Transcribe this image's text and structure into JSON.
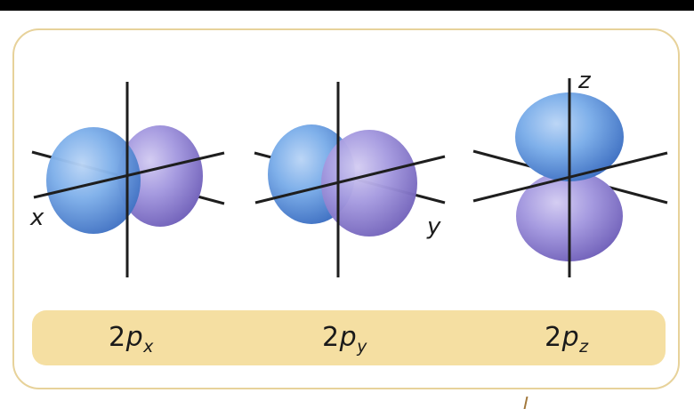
{
  "orbitals": [
    {
      "id": "2px",
      "prefix": "2",
      "letter": "p",
      "subscript": "x",
      "axis_label": "x"
    },
    {
      "id": "2py",
      "prefix": "2",
      "letter": "p",
      "subscript": "y",
      "axis_label": "y"
    },
    {
      "id": "2pz",
      "prefix": "2",
      "letter": "p",
      "subscript": "z",
      "axis_label": "z"
    }
  ],
  "colors": {
    "panel_border": "#e7d29a",
    "label_band": "#f5dfa2",
    "blue_lobe": "#6ea3e6",
    "purple_lobe": "#9b8fd6",
    "axis": "#1e1e1e"
  }
}
